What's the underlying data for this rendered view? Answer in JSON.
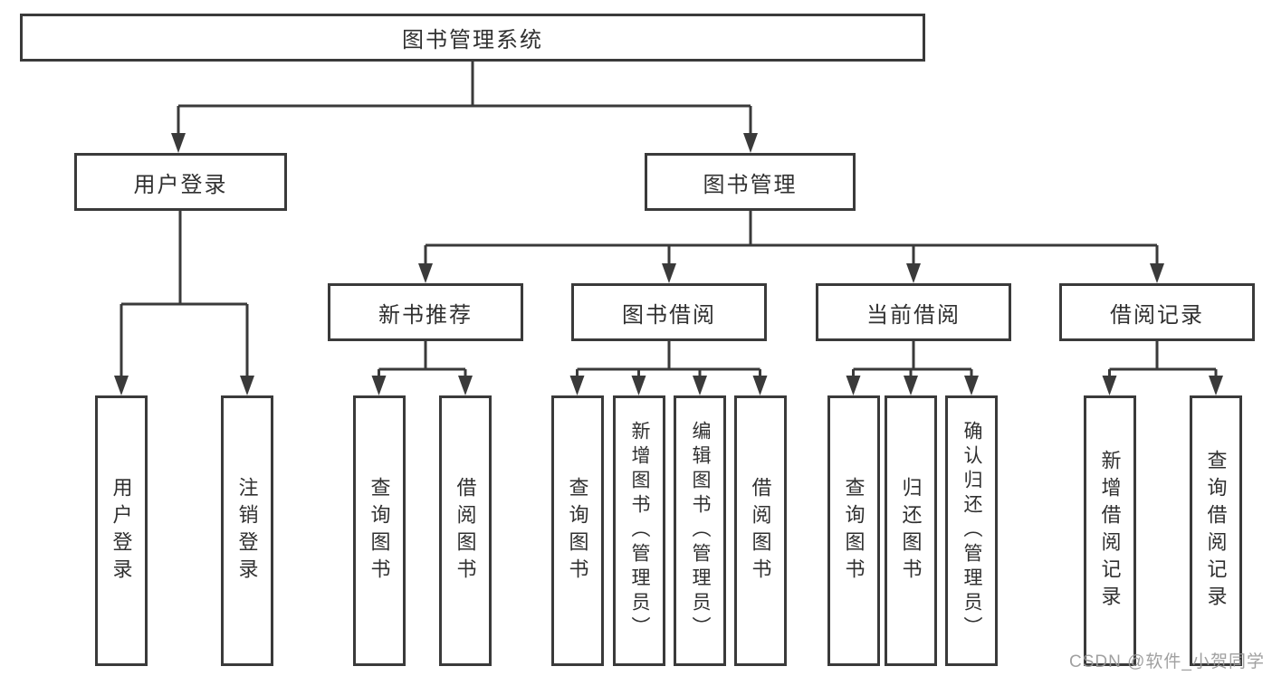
{
  "colors": {
    "line": "#3a3a3a",
    "text": "#303030",
    "watermark": "#989898",
    "background": "#ffffff"
  },
  "root": {
    "label": "图书管理系统"
  },
  "branches": [
    {
      "label": "用户登录",
      "leaves": [
        {
          "label": "用户登录"
        },
        {
          "label": "注销登录"
        }
      ]
    },
    {
      "label": "图书管理",
      "groups": [
        {
          "label": "新书推荐",
          "leaves": [
            {
              "label": "查询图书"
            },
            {
              "label": "借阅图书"
            }
          ]
        },
        {
          "label": "图书借阅",
          "leaves": [
            {
              "label": "查询图书"
            },
            {
              "label": "新增图书（管理员）"
            },
            {
              "label": "编辑图书（管理员）"
            },
            {
              "label": "借阅图书"
            }
          ]
        },
        {
          "label": "当前借阅",
          "leaves": [
            {
              "label": "查询图书"
            },
            {
              "label": "归还图书"
            },
            {
              "label": "确认归还（管理员）"
            }
          ]
        },
        {
          "label": "借阅记录",
          "leaves": [
            {
              "label": "新增借阅记录"
            },
            {
              "label": "查询借阅记录"
            }
          ]
        }
      ]
    }
  ],
  "watermark": {
    "text": "CSDN @软件_小贺同学"
  }
}
